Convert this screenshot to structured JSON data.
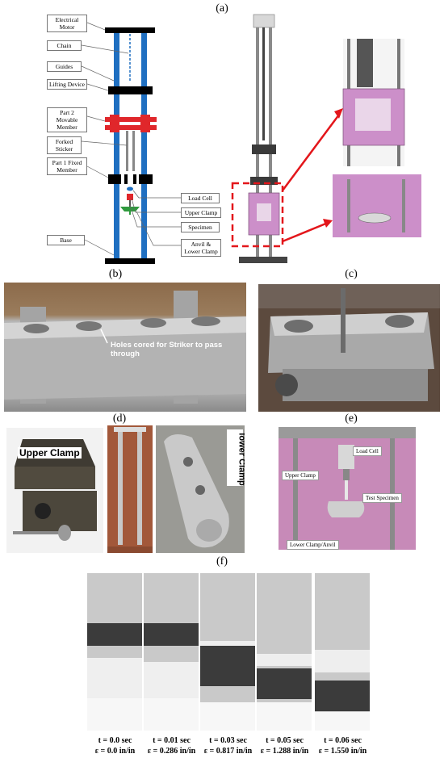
{
  "panels": {
    "a": "(a)",
    "b": "(b)",
    "c": "(c)",
    "d": "(d)",
    "e": "(e)",
    "f": "(f)"
  },
  "diagram_labels": {
    "electrical_motor": "Electrical Motor",
    "chain": "Chain",
    "guides": "Guides",
    "lifting_device": "Lifting Device",
    "part2": "Part 2 Movable Member",
    "forked_sticker": "Forked Sticker",
    "part1": "Part 1 Fixed Member",
    "load_cell": "Load Cell",
    "upper_clamp": "Upper Clamp",
    "specimen": "Specimen",
    "base": "Base",
    "anvil": "Anvil & Lower Clamp"
  },
  "photo_b": {
    "callout": "Holes cored for Striker to pass through"
  },
  "photo_d": {
    "upper_clamp": "Upper Clamp",
    "lower_clamp": "lower Clamp"
  },
  "photo_e": {
    "load_cell": "Load Cell",
    "upper_clamp": "Upper Clamp",
    "test_specimen": "Test Specimen",
    "lower_clamp": "Lower Clamp/Anvil"
  },
  "frames": [
    {
      "t": "t = 0.0 sec",
      "e": "ε = 0.0 in/in"
    },
    {
      "t": "t = 0.01 sec",
      "e": "ε = 0.286 in/in"
    },
    {
      "t": "t = 0.03 sec",
      "e": "ε = 0.817 in/in"
    },
    {
      "t": "t = 0.05 sec",
      "e": "ε = 1.288 in/in"
    },
    {
      "t": "t = 0.06 sec",
      "e": "ε = 1.550 in/in"
    }
  ],
  "colors": {
    "guide_blue": "#1f6fc1",
    "movable_red": "#e0272b",
    "anvil_green": "#2f9a3e",
    "cad_pink": "#cc8fc9",
    "arrow_red": "#e3161b"
  }
}
